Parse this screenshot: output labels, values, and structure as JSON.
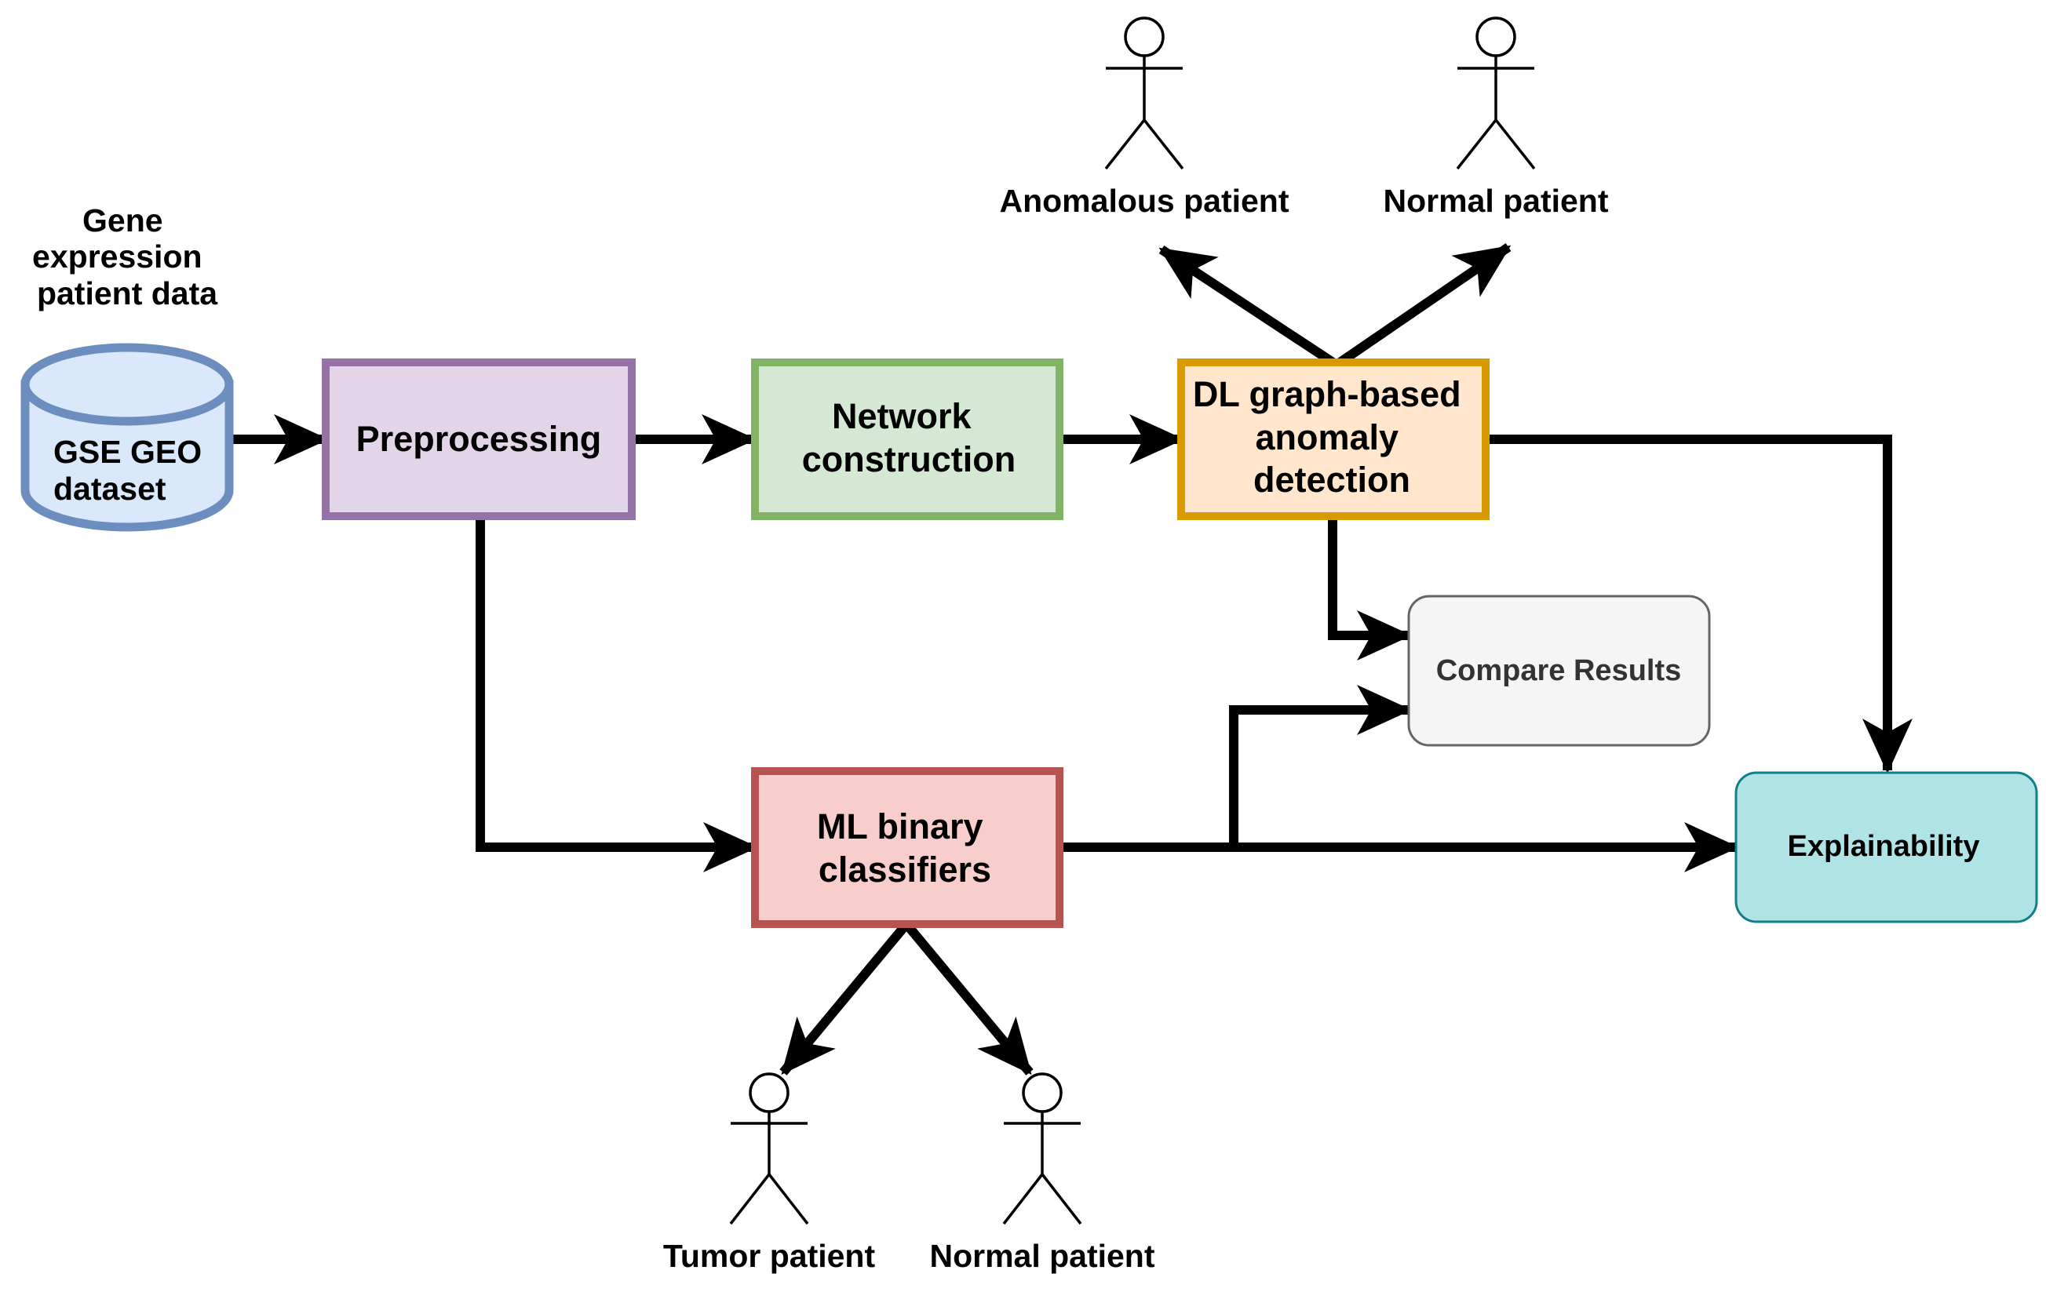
{
  "colors": {
    "database_fill": "#dae8fc",
    "database_stroke": "#6c8ebf",
    "preprocessing_fill": "#e1d5e7",
    "preprocessing_stroke": "#9673a6",
    "network_fill": "#d5e8d4",
    "network_stroke": "#82b366",
    "dl_fill": "#ffe6cc",
    "dl_stroke": "#d79b00",
    "ml_fill": "#f8cecc",
    "ml_stroke": "#b85450",
    "compare_fill": "#f5f5f5",
    "compare_stroke": "#666666",
    "compare_text": "#333333",
    "explain_fill": "#b0e3e6",
    "explain_stroke": "#0e8088",
    "arrow": "#000000"
  },
  "nodes": {
    "data_title": [
      "Gene",
      "expression",
      "patient data"
    ],
    "database": [
      "GSE GEO",
      "dataset"
    ],
    "preprocessing": [
      "Preprocessing"
    ],
    "network": [
      "Network",
      "construction"
    ],
    "dl": [
      "DL graph-based",
      "anomaly",
      "detection"
    ],
    "compare": [
      "Compare Results"
    ],
    "ml": [
      "ML binary",
      "classifiers"
    ],
    "explain": [
      "Explainability"
    ]
  },
  "actors": {
    "anomalous": "Anomalous patient",
    "normal_top": "Normal patient",
    "tumor": "Tumor patient",
    "normal_bottom": "Normal patient"
  }
}
